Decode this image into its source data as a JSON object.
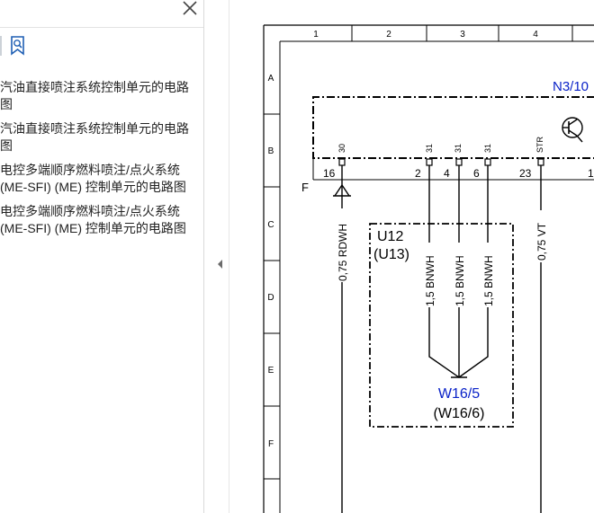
{
  "sidebar": {
    "bookmarks": [
      {
        "lines": [
          "汽油直接喷注系统控制单元的电路",
          "图"
        ]
      },
      {
        "lines": [
          "汽油直接喷注系统控制单元的电路",
          "图"
        ]
      },
      {
        "lines": [
          "电控多端顺序燃料喷注/点火系统",
          "(ME-SFI) (ME) 控制单元的电路图"
        ]
      },
      {
        "lines": [
          "电控多端顺序燃料喷注/点火系统",
          "(ME-SFI) (ME) 控制单元的电路图"
        ]
      }
    ]
  },
  "diagram": {
    "columns": [
      "1",
      "2",
      "3",
      "4"
    ],
    "rows": [
      "A",
      "B",
      "C",
      "D",
      "E",
      "F"
    ],
    "side_label": "F",
    "n3_label": "N3/10",
    "pins": [
      {
        "terminal": "30",
        "number": "16"
      },
      {
        "terminal": "31",
        "number": "2"
      },
      {
        "terminal": "31",
        "number": "4"
      },
      {
        "terminal": "31",
        "number": "6"
      },
      {
        "terminal": "STR",
        "number": "23"
      },
      {
        "terminal": "",
        "number": "1"
      }
    ],
    "wires": {
      "w1": "0,75 RDWH",
      "w2": "1,5 BNWH",
      "w3": "1,5 BNWH",
      "w4": "1,5 BNWH",
      "w5": "0,75 VT"
    },
    "u12_label": "U12",
    "u13_label": "(U13)",
    "ground_label": "W16/5",
    "ground_sub": "(W16/6)"
  },
  "colors": {
    "blue_label": "#0a22c8",
    "line": "#000000"
  }
}
